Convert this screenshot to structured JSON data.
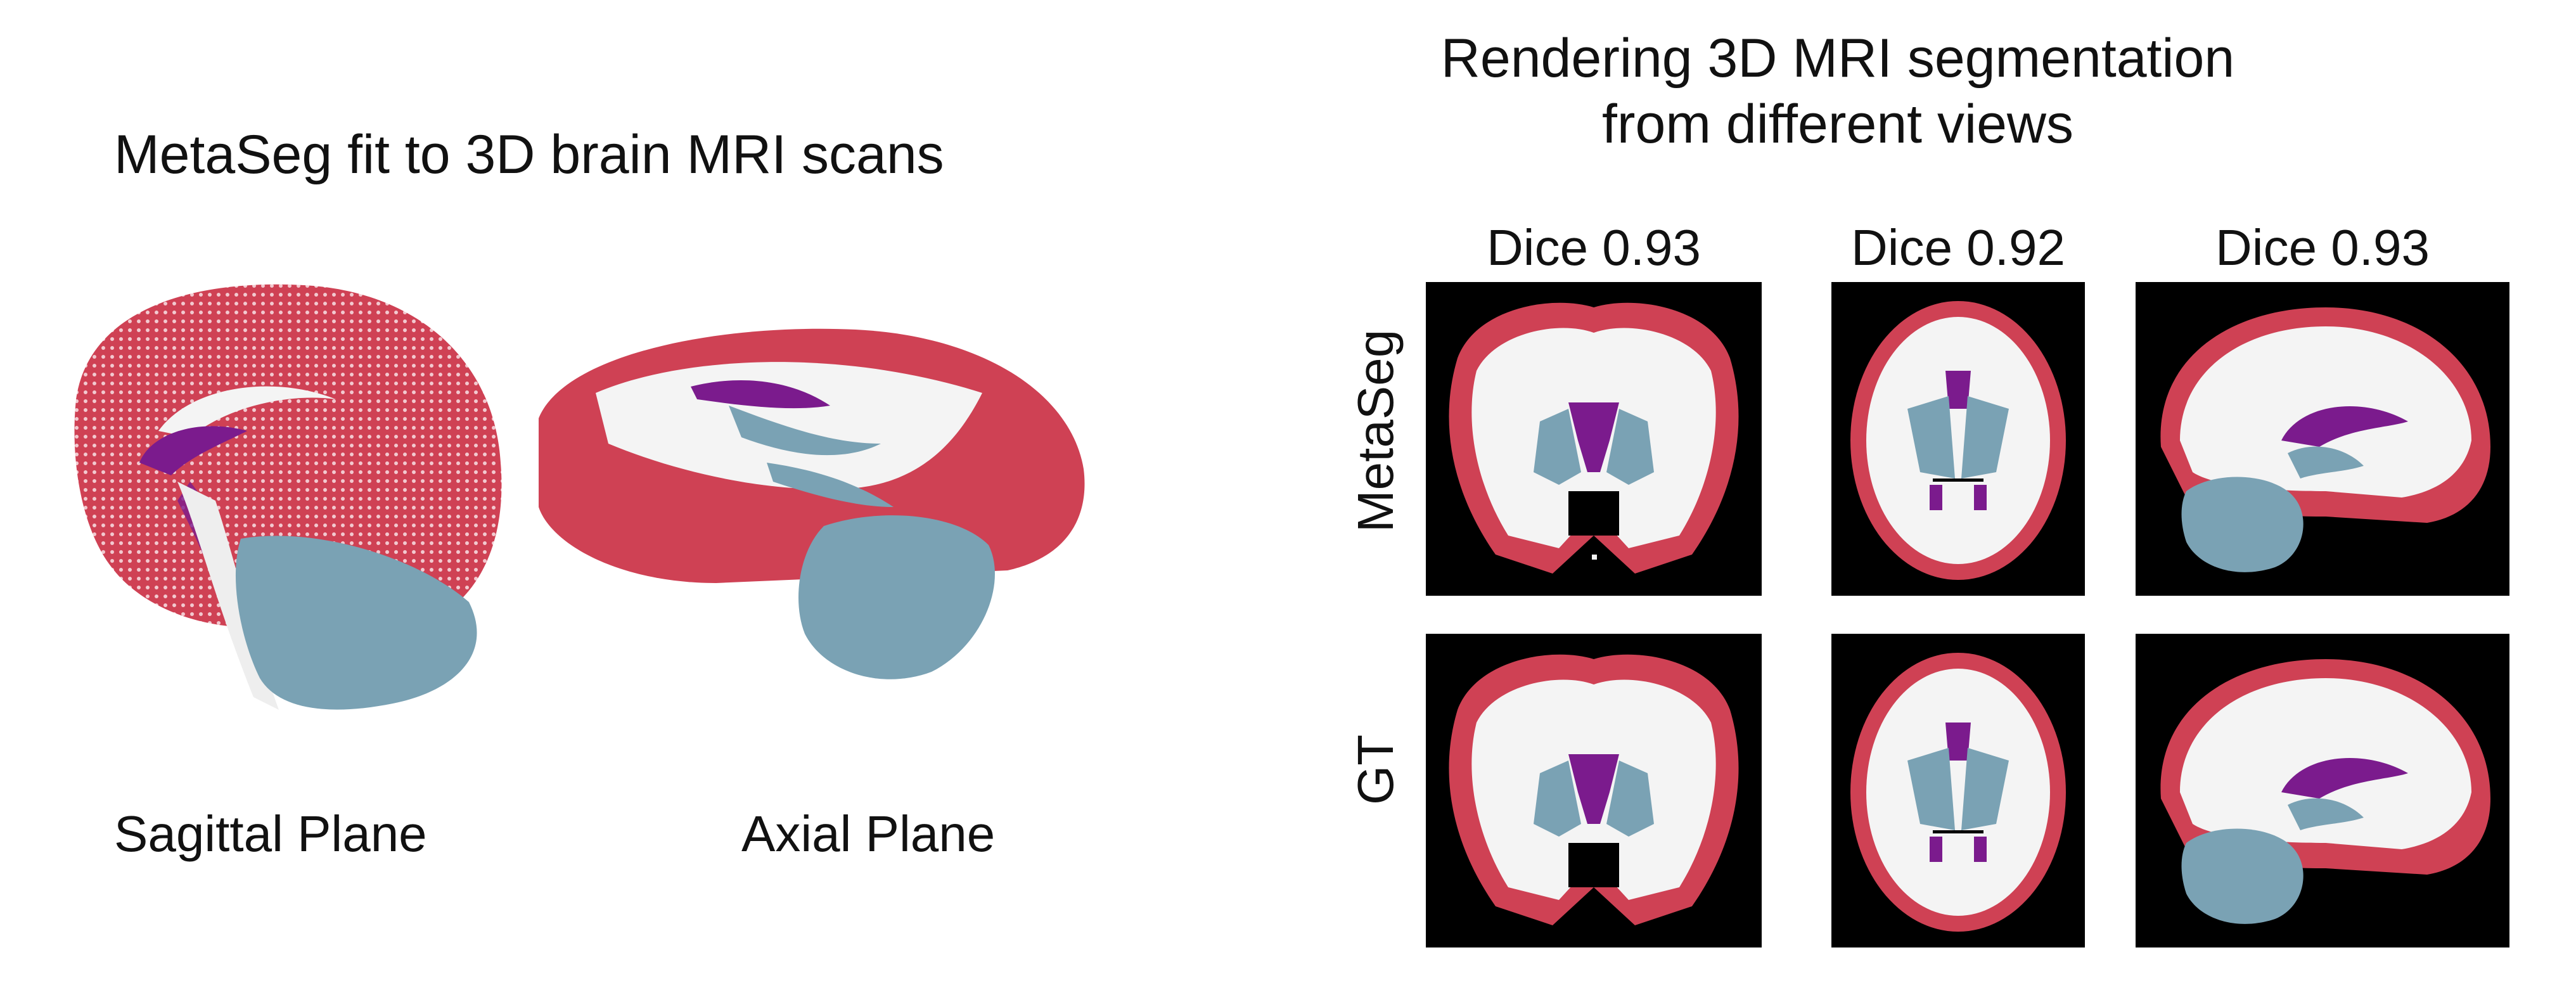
{
  "left": {
    "title": "MetaSeg fit to 3D brain MRI scans",
    "views": [
      {
        "label": "Sagittal Plane",
        "icon": "sagittal-3d-brain-render"
      },
      {
        "label": "Axial Plane",
        "icon": "axial-3d-brain-render"
      }
    ]
  },
  "right": {
    "title_line1": "Rendering 3D MRI segmentation",
    "title_line2": "from different views",
    "columns": [
      {
        "label": "Dice 0.93",
        "view": "coronal"
      },
      {
        "label": "Dice 0.92",
        "view": "axial"
      },
      {
        "label": "Dice 0.93",
        "view": "sagittal"
      }
    ],
    "rows": [
      {
        "label": "MetaSeg"
      },
      {
        "label": "GT"
      }
    ]
  },
  "colors": {
    "gray_matter": "#cf4154",
    "white_matter": "#f4f4f4",
    "ventricles_csf": "#7aa2b4",
    "deep_structures": "#7b1b8d",
    "background": "#000000"
  }
}
